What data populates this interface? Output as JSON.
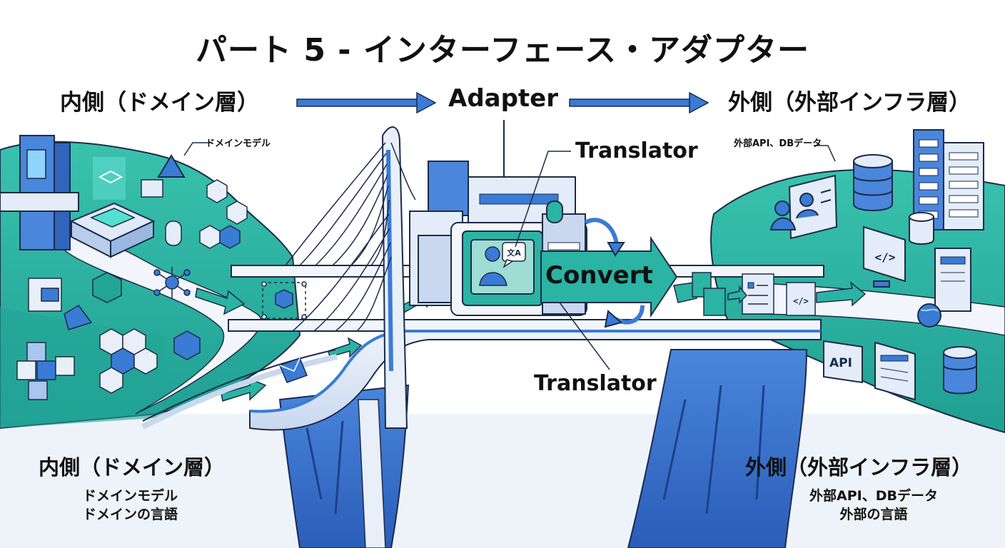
{
  "title": "パート 5 - インターフェース・アダプター",
  "header": {
    "inner": "内側（ドメイン層）",
    "center": "Adapter",
    "outer": "外側（外部インフラ層）"
  },
  "labels": {
    "domain_model_tag": "ドメインモデル",
    "external_tag": "外部API、DBデータ",
    "translator_top": "Translator",
    "convert": "Convert",
    "translator_bottom": "Translator",
    "api_badge": "API",
    "code_glyph": "</>",
    "translate_glyph": "文A"
  },
  "footer": {
    "left_title": "内側（ドメイン層）",
    "left_line1": "ドメインモデル",
    "left_line2": "ドメインの言語",
    "right_title": "外側（外部インフラ層）",
    "right_line1": "外部API、DBデータ",
    "right_line2": "外部の言語"
  },
  "colors": {
    "teal": "#2bb3a3",
    "teal_light": "#9fdcd3",
    "blue": "#3a7bd5",
    "blue_dark": "#1f3f8a",
    "ink": "#1c2b4a",
    "pale": "#e9eff8"
  }
}
